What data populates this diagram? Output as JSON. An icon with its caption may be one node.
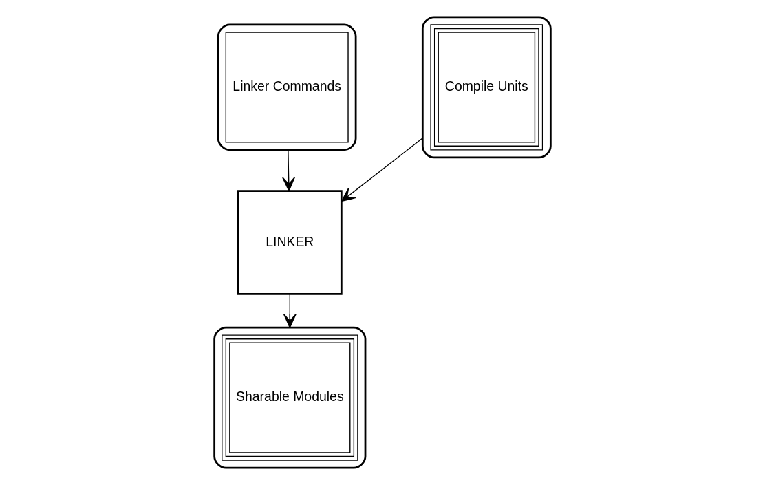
{
  "diagram": {
    "nodes": [
      {
        "text": [],
        "shape": "cylinder"
      },
      {
        "text": [
          "Linker Commands"
        ],
        "in": 0
      },
      {
        "text": [
          "LINKER"
        ]
      },
      {
        "text": [],
        "shape": "cylinder"
      },
      {
        "text": [
          "Compile Units"
        ],
        "in": 3
      },
      {
        "text": [],
        "shape": "cylinder"
      },
      {
        "text": [
          "Sharable Modules"
        ],
        "in": 5
      }
    ],
    "edges": [
      {
        "from": 0,
        "to": 2,
        "arrow": "to"
      },
      {
        "from": 3,
        "to": 2,
        "arrow": "to"
      },
      {
        "from": 2,
        "to": 5,
        "arrow": "to"
      }
    ]
  }
}
